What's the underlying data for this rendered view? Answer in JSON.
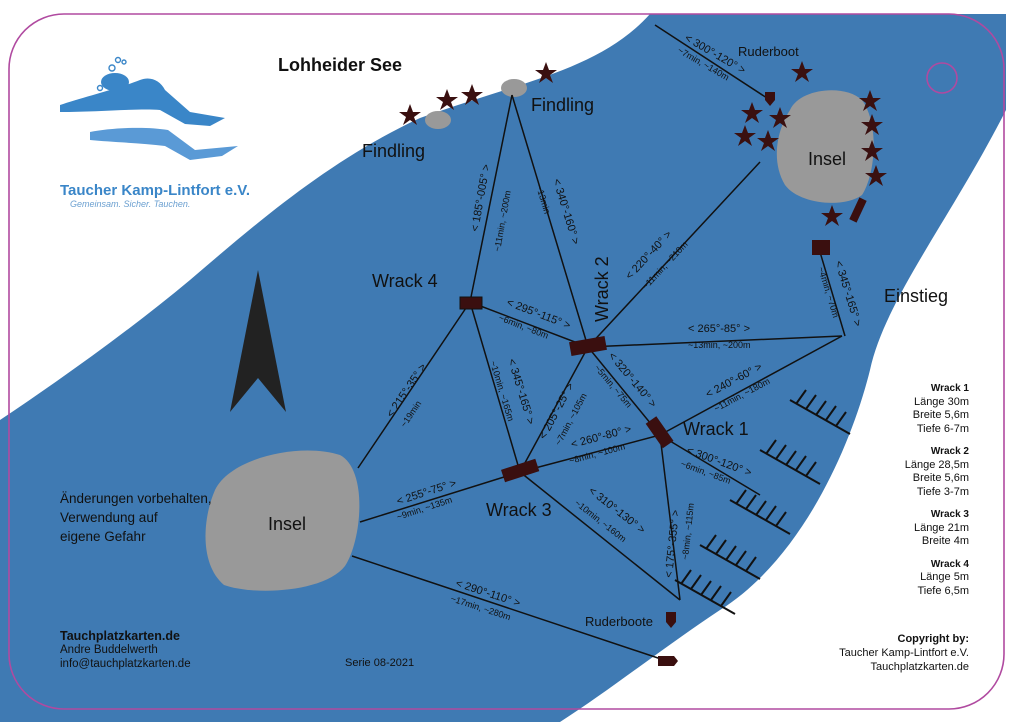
{
  "title": "Lohheider See",
  "club": {
    "name": "Taucher Kamp-Lintfort e.V.",
    "slogan": "Gemeinsam. Sicher. Tauchen."
  },
  "labels": {
    "findling_left": "Findling",
    "findling_top": "Findling",
    "insel_right": "Insel",
    "insel_left": "Insel",
    "wrack1": "Wrack 1",
    "wrack2": "Wrack 2",
    "wrack3": "Wrack 3",
    "wrack4": "Wrack 4",
    "einstieg": "Einstieg",
    "ruderboot": "Ruderboot",
    "ruderboote": "Ruderboote"
  },
  "routes": {
    "r_w4_findling": {
      "bearing": "< 185°-005° >",
      "detail": "~11min, ~200m"
    },
    "r_findling_w2": {
      "bearing": "< 340°-160° >",
      "detail": "~13min"
    },
    "r_w2_insel": {
      "bearing": "< 220°-40° >",
      "detail": "~11min, ~210m"
    },
    "r_einstieg": {
      "bearing": "< 345°-165° >",
      "detail": "~4min, ~70m"
    },
    "r_w4_w2": {
      "bearing": "< 295°-115° >",
      "detail": "~6min, ~80m"
    },
    "r_w2_einstieg": {
      "bearing": "< 265°-85° >",
      "detail": "~13min, ~200m"
    },
    "r_w2_w1": {
      "bearing": "< 320°-140° >",
      "detail": "~5min, ~75m"
    },
    "r_w1_einstieg": {
      "bearing": "< 240°-60° >",
      "detail": "~11min, ~180m"
    },
    "r_insel_w4": {
      "bearing": "< 215°-35° >",
      "detail": "~19min"
    },
    "r_w4_w3": {
      "bearing": "< 345°-165° >",
      "detail": "~10min, ~165m"
    },
    "r_w3_w2": {
      "bearing": "< 205°-25° >",
      "detail": "~7min, ~105m"
    },
    "r_w3_w1": {
      "bearing": "< 260°-80° >",
      "detail": "~8min, ~100m"
    },
    "r_w1_out": {
      "bearing": "< 300°-120° >",
      "detail": "~6min, ~85m"
    },
    "r_insel_w3": {
      "bearing": "< 255°-75° >",
      "detail": "~9min, ~135m"
    },
    "r_w3_se": {
      "bearing": "< 310°-130° >",
      "detail": "~10min, ~160m"
    },
    "r_w1_s": {
      "bearing": "< 175°-355° >",
      "detail": "~8min, ~115m"
    },
    "r_insel_boote": {
      "bearing": "< 290°-110° >",
      "detail": "~17min, ~280m"
    },
    "r_top": {
      "bearing": "< 300°-120° >",
      "detail": "~7min, ~140m"
    }
  },
  "disclaimer": [
    "Änderungen vorbehalten,",
    "Verwendung auf",
    "eigene Gefahr"
  ],
  "wrecks": [
    {
      "name": "Wrack 1",
      "lines": [
        "Länge 30m",
        "Breite 5,6m",
        "Tiefe 6-7m"
      ]
    },
    {
      "name": "Wrack 2",
      "lines": [
        "Länge 28,5m",
        "Breite 5,6m",
        "Tiefe 3-7m"
      ]
    },
    {
      "name": "Wrack 3",
      "lines": [
        "Länge 21m",
        "Breite 4m"
      ]
    },
    {
      "name": "Wrack 4",
      "lines": [
        "Länge 5m",
        "Tiefe 6,5m"
      ]
    }
  ],
  "footer": {
    "site": "Tauchplatzkarten.de",
    "author": "Andre Buddelwerth",
    "email": "info@tauchplatzkarten.de",
    "series": "Serie 08-2021",
    "copyright_label": "Copyright by:",
    "copyright_1": "Taucher Kamp-Lintfort e.V.",
    "copyright_2": "Tauchplatzkarten.de"
  },
  "colors": {
    "water": "#3f7ab3",
    "rock": "#999999",
    "wreck": "#3a0f0f",
    "frame": "#b04aa0"
  }
}
